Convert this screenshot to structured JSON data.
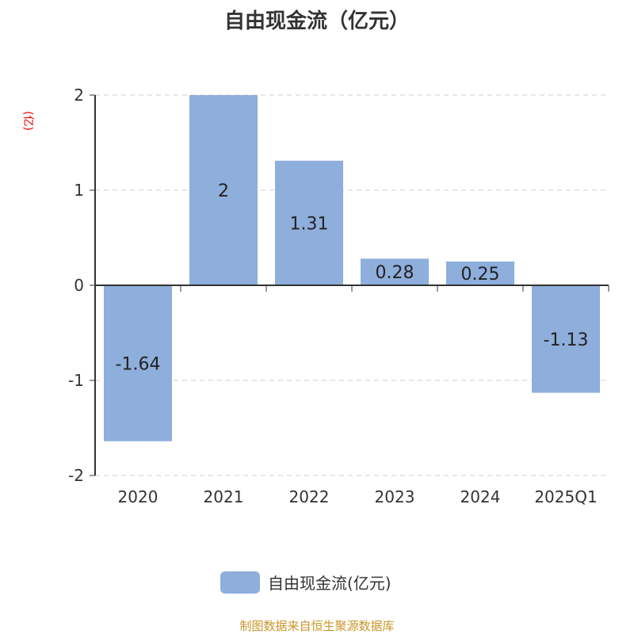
{
  "chart_data": {
    "type": "bar",
    "title": "自由现金流（亿元）",
    "ylabel": "(亿)",
    "xlabel": "",
    "categories": [
      "2020",
      "2021",
      "2022",
      "2023",
      "2024",
      "2025Q1"
    ],
    "series": [
      {
        "name": "自由现金流(亿元)",
        "values": [
          -1.64,
          2,
          1.31,
          0.28,
          0.25,
          -1.13
        ]
      }
    ],
    "data_labels": [
      "-1.64",
      "2",
      "1.31",
      "0.28",
      "0.25",
      "-1.13"
    ],
    "ylim": [
      -2,
      2
    ],
    "yticks": [
      2,
      1,
      0,
      -1,
      -2
    ],
    "grid": true,
    "legend": "bottom",
    "bar_color": "#8eaedb"
  },
  "source": "制图数据来自恒生聚源数据库"
}
